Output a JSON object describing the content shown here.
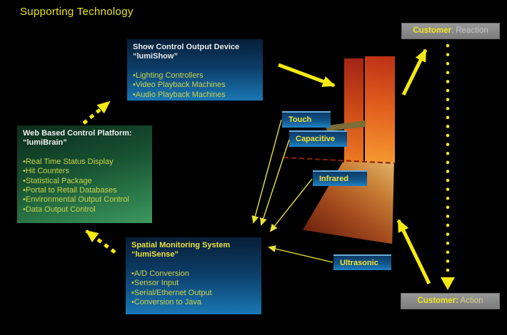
{
  "title": "Supporting Technology",
  "colors": {
    "background": "#000000",
    "accent_yellow": "#f4ea13",
    "bullet_text": "#c9d34b",
    "blue_box_top": "#071f38",
    "blue_box_bottom": "#1a77b4",
    "green_box_top": "#0c2c1c",
    "green_box_bottom": "#3c985e",
    "customer_box_gray": "#8a8a8a",
    "infrared_beam_red": "#8a2008"
  },
  "boxes": {
    "lumishow": {
      "title1": "Show Control Output Device",
      "title2": "“lumiShow”",
      "items": [
        "•Lighting Controllers",
        "•Video Playback Machines",
        "•Audio Playback Machines"
      ]
    },
    "lumibrain": {
      "title1": "Web Based Control Platform:",
      "title2": "“lumiBrain”",
      "items": [
        "•Real Time Status Display",
        "•Hit Counters",
        "•Statistical Package",
        "•Portal to Retail Databases",
        "•Environmental Output Control",
        "•Data Output Control"
      ]
    },
    "lumisense": {
      "title1": "Spatial Monitoring System",
      "title2": "“lumiSense”",
      "items": [
        "•A/D Conversion",
        "•Sensor Input",
        "•Serial/Ethernet Output",
        "•Conversion to Java"
      ]
    }
  },
  "labels": {
    "touch": "Touch",
    "capacitive": "Capacitive",
    "infrared": "Infrared",
    "ultrasonic": "Ultrasonic"
  },
  "customer": {
    "reaction": {
      "bold": "Customer",
      "rest": ": Reaction"
    },
    "action": {
      "bold": "Customer:",
      "rest": " Action"
    }
  }
}
